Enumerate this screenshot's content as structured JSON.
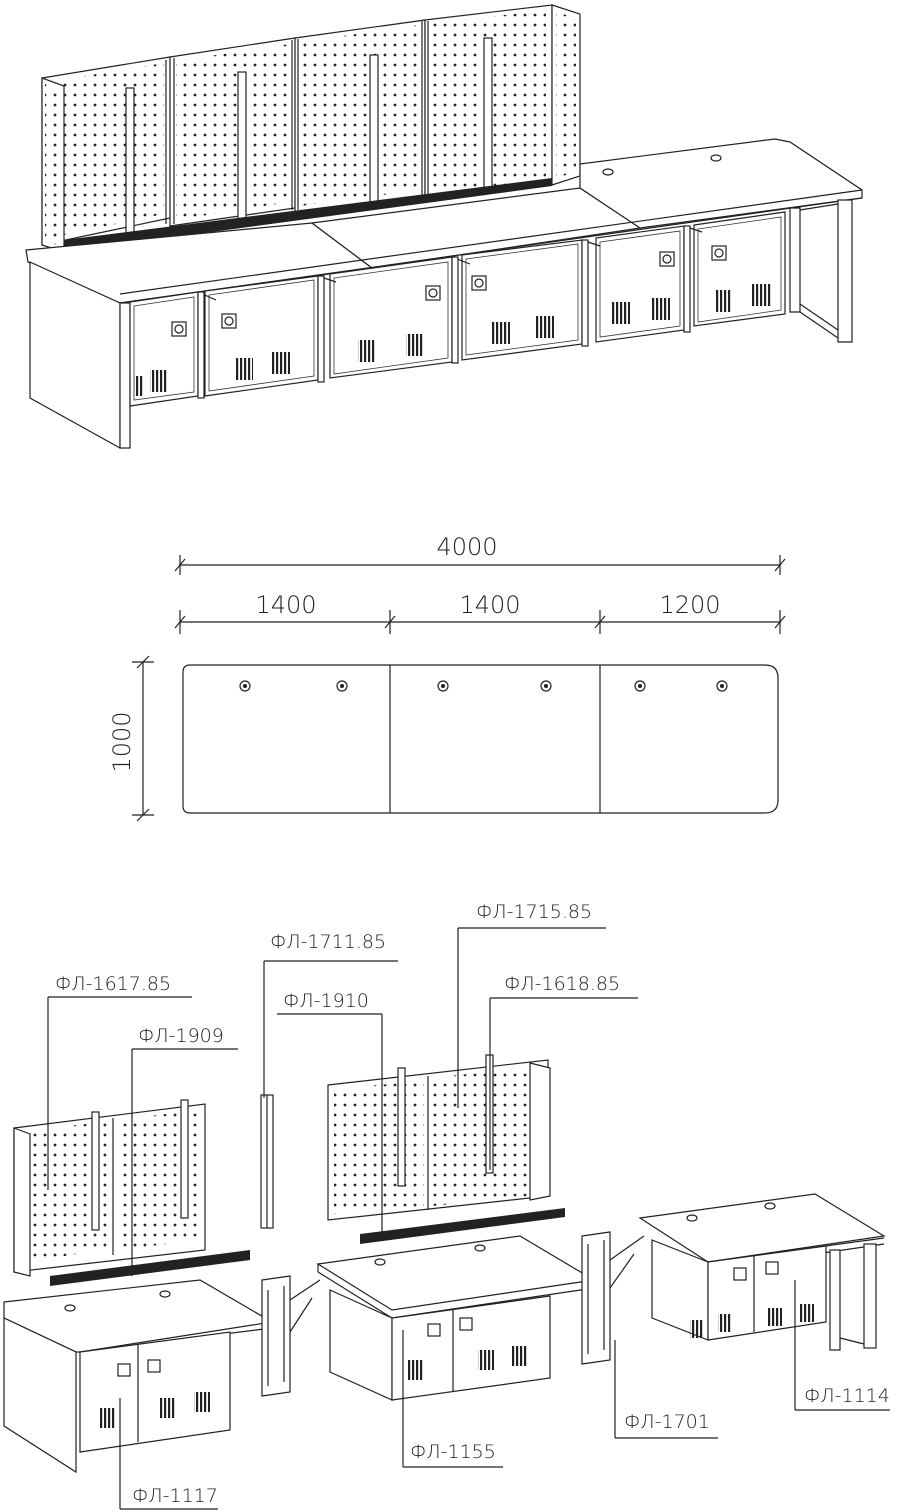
{
  "dimensions": {
    "total_width": "4000",
    "segment_1": "1400",
    "segment_2": "1400",
    "segment_3": "1200",
    "depth": "1000"
  },
  "parts": {
    "p1617": "ФЛ-1617.85",
    "p1909": "ФЛ-1909",
    "p1711": "ФЛ-1711.85",
    "p1910": "ФЛ-1910",
    "p1715": "ФЛ-1715.85",
    "p1618": "ФЛ-1618.85",
    "p1117": "ФЛ-1117",
    "p1155": "ФЛ-1155",
    "p1701": "ФЛ-1701",
    "p1114": "ФЛ-1114"
  }
}
